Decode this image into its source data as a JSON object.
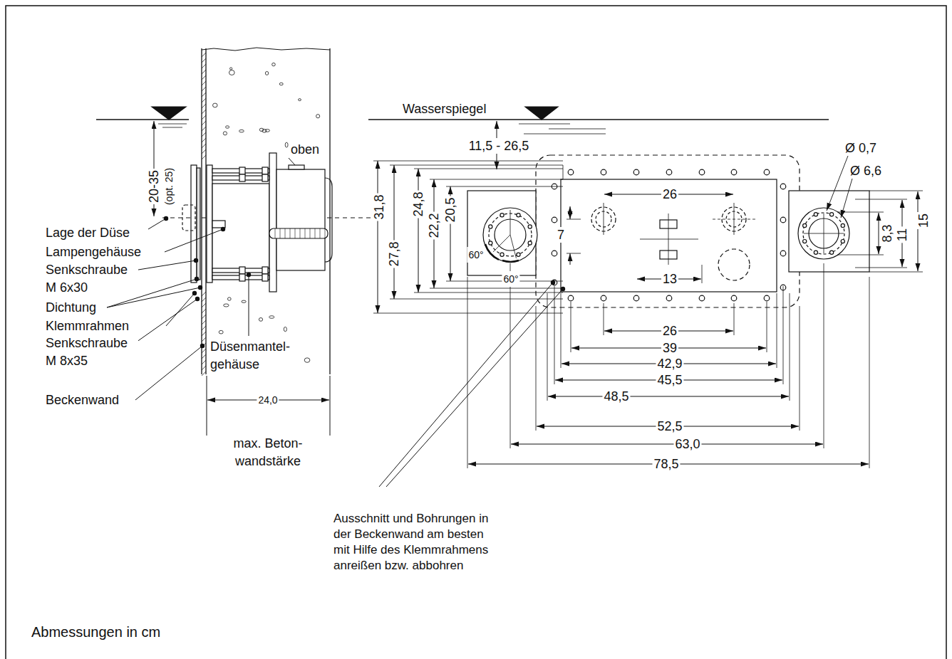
{
  "diagram": {
    "caption": "Abmessungen in cm",
    "labels": [
      "Wasserspiegel",
      "20-35",
      "(opt. 25)",
      "oben",
      "Lage der Düse",
      "Lampengehäuse",
      "Senkschraube M 6x30",
      "Dichtung",
      "Klemmrahmen",
      "Senkschraube M 8x35",
      "Düsenmantel-gehäuse",
      "Beckenwand",
      "24,0",
      "max. Beton-wandstärke",
      "11,5 - 26,5",
      "31,8",
      "27,8",
      "24,8",
      "22,2",
      "20,5",
      "7",
      "60°",
      "60°",
      "26",
      "13",
      "26",
      "39",
      "42,9",
      "45,5",
      "48,5",
      "52,5",
      "63,0",
      "78,5",
      "Ø 0,7",
      "Ø 6,6",
      "8,3",
      "11",
      "15",
      "Ausschnitt und Bohrungen in der Beckenwand am besten mit Hilfe des Klemmrahmens anreißen bzw. abbohren"
    ]
  }
}
